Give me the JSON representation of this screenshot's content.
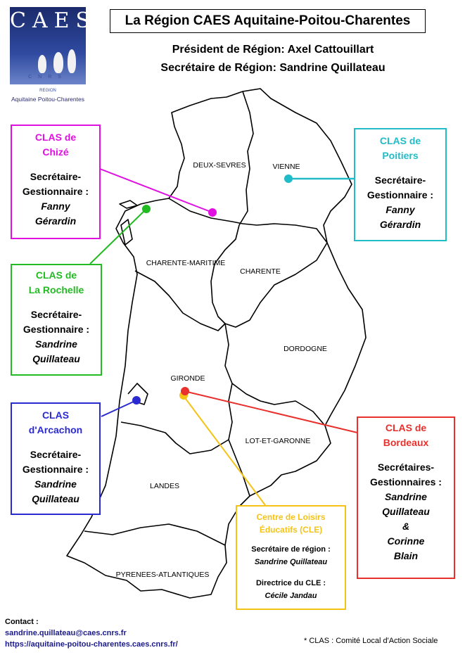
{
  "logo": {
    "letters": "CAES",
    "cnrs": "CNRS",
    "region_label": "REGION",
    "region_name": "Aquitaine Poitou-Charentes"
  },
  "header": {
    "title": "La Région CAES Aquitaine-Poitou-Charentes",
    "president": "Président de Région: Axel Cattouillart",
    "secretary": "Secrétaire de Région: Sandrine Quillateau"
  },
  "departments": {
    "deux_sevres": "DEUX-SEVRES",
    "vienne": "VIENNE",
    "charente_maritime": "CHARENTE-MARITIME",
    "charente": "CHARENTE",
    "dordogne": "DORDOGNE",
    "gironde": "GIRONDE",
    "lot_et_garonne": "LOT-ET-GARONNE",
    "landes": "LANDES",
    "pyrenees_atlantiques": "PYRENEES-ATLANTIQUES"
  },
  "colors": {
    "chize": "#e010e0",
    "poitiers": "#22bcc8",
    "la_rochelle": "#22bb22",
    "arcachon": "#2a2ad0",
    "bordeaux": "#e8302c",
    "cle": "#f5c316"
  },
  "boxes": {
    "chize": {
      "title1": "CLAS de",
      "title2": "Chizé",
      "role1": "Secrétaire-",
      "role2": "Gestionnaire :",
      "person1": "Fanny",
      "person2": "Gérardin"
    },
    "poitiers": {
      "title1": "CLAS de",
      "title2": "Poitiers",
      "role1": "Secrétaire-",
      "role2": "Gestionnaire :",
      "person1": "Fanny",
      "person2": "Gérardin"
    },
    "la_rochelle": {
      "title1": "CLAS de",
      "title2": "La Rochelle",
      "role1": "Secrétaire-",
      "role2": "Gestionnaire :",
      "person1": "Sandrine",
      "person2": "Quillateau"
    },
    "arcachon": {
      "title1": "CLAS",
      "title2": "d'Arcachon",
      "role1": "Secrétaire-",
      "role2": "Gestionnaire :",
      "person1": "Sandrine",
      "person2": "Quillateau"
    },
    "bordeaux": {
      "title1": "CLAS de",
      "title2": "Bordeaux",
      "role1": "Secrétaires-",
      "role2": "Gestionnaires :",
      "person1": "Sandrine",
      "person2": "Quillateau",
      "amp": "&",
      "person3": "Corinne",
      "person4": "Blain"
    },
    "cle": {
      "title1": "Centre de Loisirs",
      "title2": "Éducatifs (CLE)",
      "role1": "Secrétaire de région :",
      "person1": "Sandrine Quillateau",
      "role2": "Directrice du CLE :",
      "person2": "Cécile Jandau"
    }
  },
  "contact": {
    "label": "Contact :",
    "email": "sandrine.quillateau@caes.cnrs.fr",
    "url": "https://aquitaine-poitou-charentes.caes.cnrs.fr/"
  },
  "footnote": "* CLAS : Comité Local d'Action Sociale"
}
